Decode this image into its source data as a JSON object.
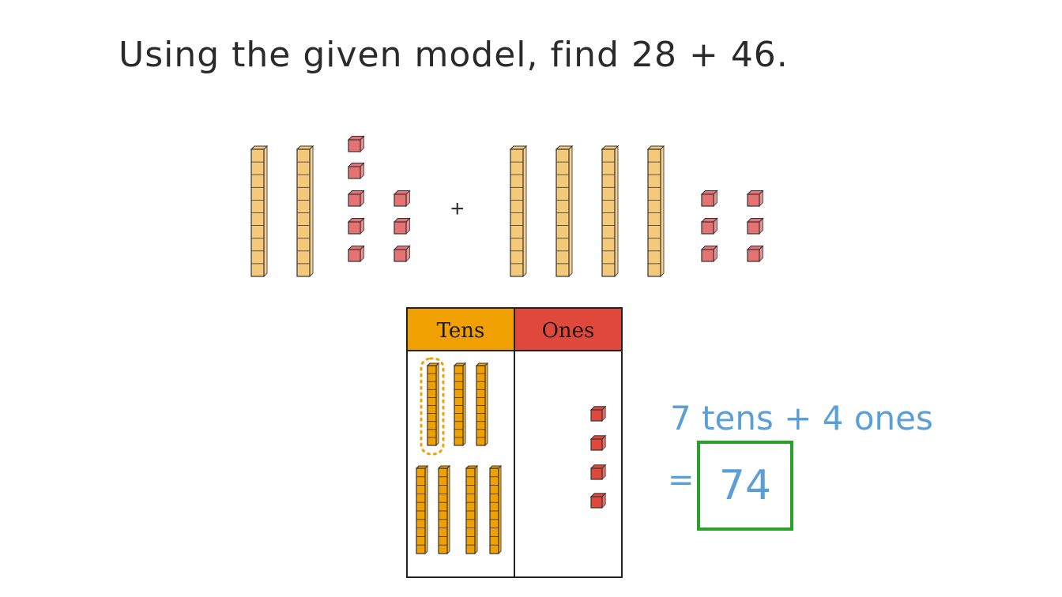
{
  "question": "Using the given model, find 28 + 46.",
  "model": {
    "plus": "+",
    "first_number": {
      "tens": 2,
      "ones": 8
    },
    "second_number": {
      "tens": 4,
      "ones": 6
    }
  },
  "place_value_chart": {
    "tens_header": "Tens",
    "ones_header": "Ones",
    "tens_count": 7,
    "ones_count": 4,
    "grouped_ten_highlighted": true
  },
  "result": {
    "sum_text": "7 tens + 4 ones",
    "equals": "=",
    "answer": "74"
  },
  "colors": {
    "rod": "#f5c97a",
    "rod_chart": "#f0a000",
    "unit_cube": "#e57373",
    "tens_header": "#f0a000",
    "ones_header": "#e0483c",
    "answer_box": "#2aa12a",
    "answer_text": "#5a9fd6"
  }
}
